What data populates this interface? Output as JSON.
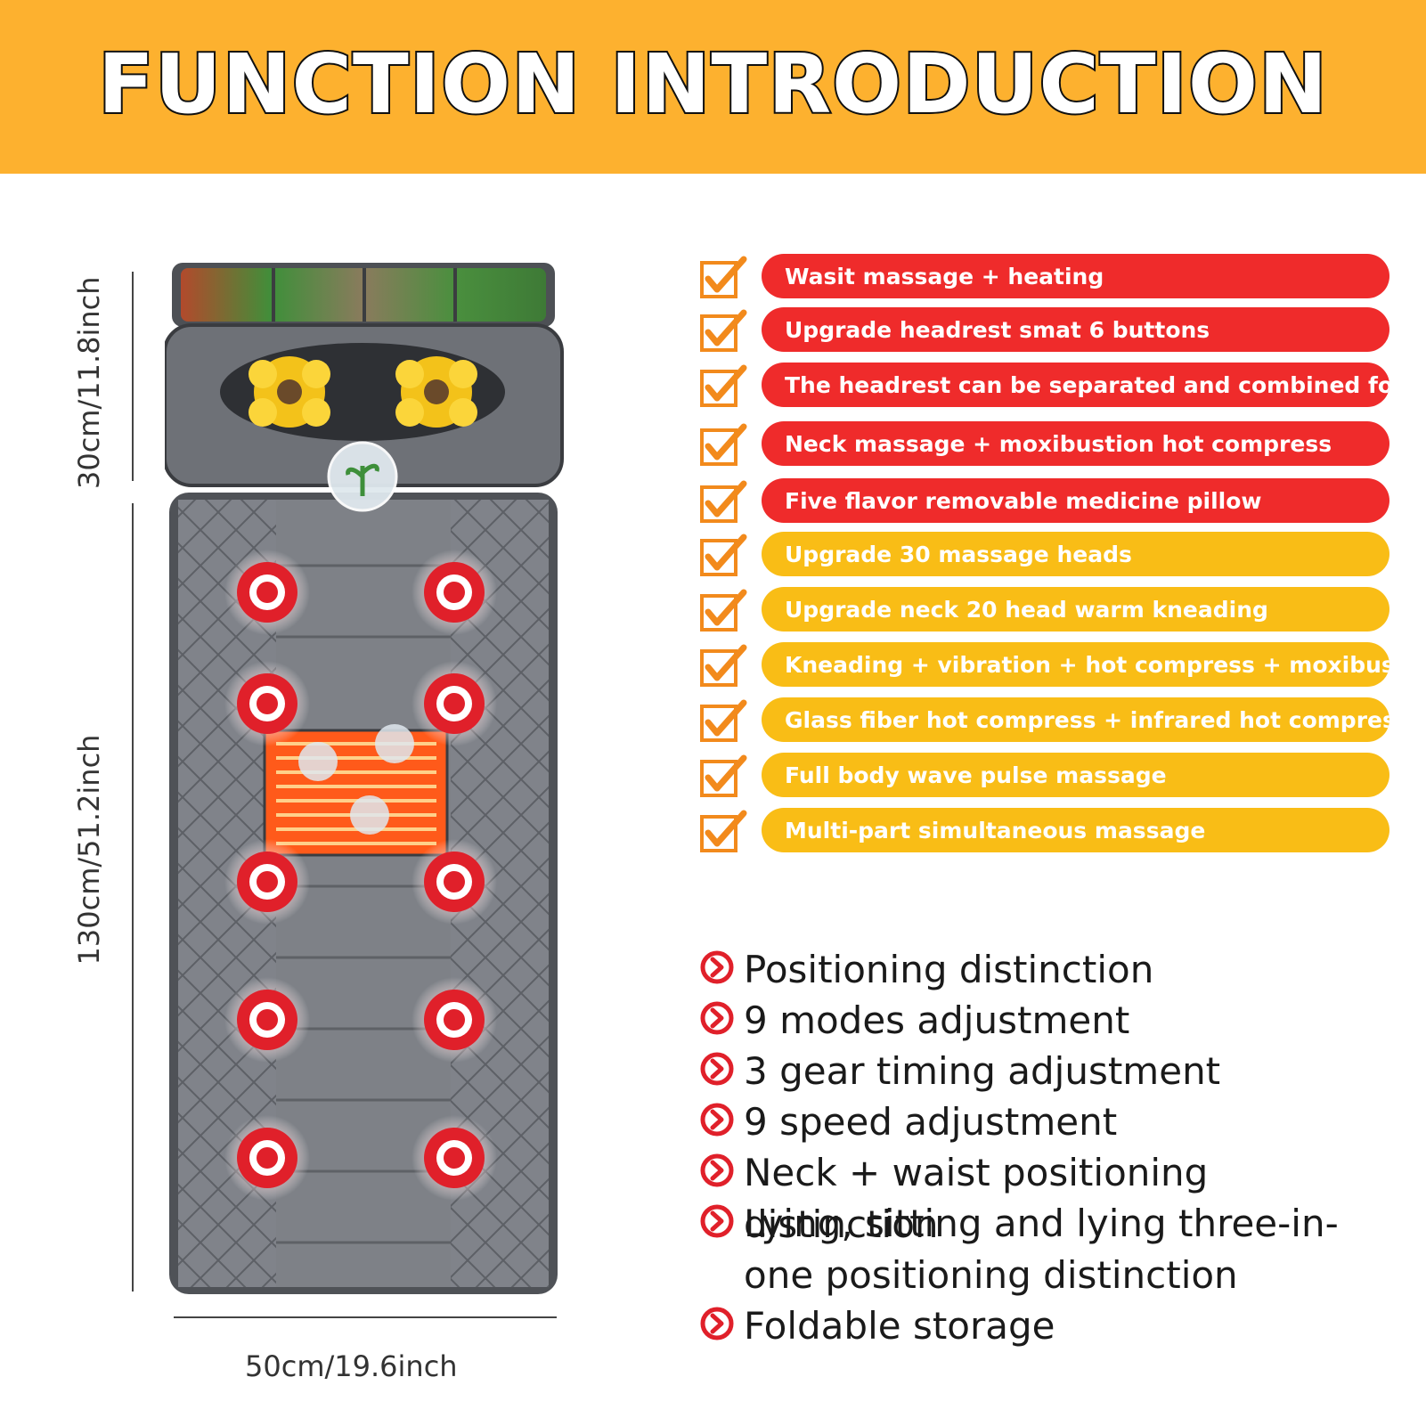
{
  "banner": {
    "title": "FUNCTION INTRODUCTION",
    "color": "#fdb12f"
  },
  "dimensions": {
    "head_length": "30cm/11.8inch",
    "body_length": "130cm/51.2inch",
    "width": "50cm/19.6inch"
  },
  "mat": {
    "node_color": "#e0202a",
    "heat_pad_color": "#ff5a1a",
    "body_color": "#7b7e84",
    "icons": [
      "herbal-pillow",
      "kneading-head",
      "massage-node",
      "heating-pad",
      "herb-bubble"
    ]
  },
  "features": [
    {
      "label": "Wasit massage + heating",
      "color": "red"
    },
    {
      "label": "Upgrade headrest smat 6 buttons",
      "color": "red"
    },
    {
      "label": "The headrest can be separated and combined for use",
      "color": "red"
    },
    {
      "label": "Neck massage + moxibustion hot compress",
      "color": "red"
    },
    {
      "label": "Five flavor removable medicine pillow",
      "color": "red"
    },
    {
      "label": "Upgrade 30 massage heads",
      "color": "yellow"
    },
    {
      "label": "Upgrade neck 20 head warm kneading",
      "color": "yellow"
    },
    {
      "label": "Kneading + vibration + hot compress + moxibustion",
      "color": "yellow"
    },
    {
      "label": "Glass fiber hot compress + infrared hot compress",
      "color": "yellow"
    },
    {
      "label": "Full body wave pulse massage",
      "color": "yellow"
    },
    {
      "label": "Multi-part simultaneous massage",
      "color": "yellow"
    }
  ],
  "feature_colors": {
    "red": "#ef2b2b",
    "yellow": "#f9bd16",
    "check": "#f28a1c"
  },
  "specs": [
    {
      "label": "Positioning distinction"
    },
    {
      "label": "9 modes adjustment"
    },
    {
      "label": "3 gear timing adjustment"
    },
    {
      "label": "9 speed adjustment"
    },
    {
      "label": "Neck + waist positioning distinction"
    },
    {
      "label": "Lying, sitting and lying three-in-one positioning distinction"
    },
    {
      "label": "Foldable storage"
    }
  ],
  "spec_icon": "circle-arrow-icon"
}
